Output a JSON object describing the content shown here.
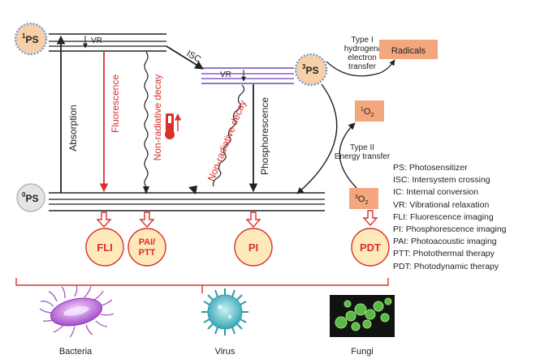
{
  "states": {
    "singlet_excited": {
      "sup": "1",
      "main": "PS"
    },
    "triplet": {
      "sup": "3",
      "main": "PS"
    },
    "ground": {
      "sup": "0",
      "main": "PS"
    }
  },
  "labels": {
    "vr_top": "VR",
    "vr_triplet": "VR",
    "isc": "ISC",
    "absorption": "Absorption",
    "fluorescence": "Fluorescence",
    "nonrad_decay_1": "Non-radiative decay",
    "nonrad_decay_2": "Non-radiative decay",
    "phosphorescence": "Phosphorescence",
    "type1_line1": "Type I",
    "type1_line2": "hydrogen/",
    "type1_line3": "electron",
    "type1_line4": "transfer",
    "radicals": "Radicals",
    "singlet_oxygen": {
      "sup": "1",
      "main": "O",
      "sub": "2"
    },
    "type2_line1": "Type II",
    "type2_line2": "Energy transfer",
    "triplet_oxygen": {
      "sup": "3",
      "main": "O",
      "sub": "2"
    }
  },
  "outcomes": {
    "fli": "FLI",
    "pai_line1": "PAI/",
    "pai_line2": "PTT",
    "pi": "PI",
    "pdt": "PDT"
  },
  "legend": [
    "PS: Photosensitizer",
    "ISC: Intersystem crossing",
    "IC: Internal conversion",
    "VR: Vibrational relaxation",
    "FLI: Fluorescence imaging",
    "PI: Phosphorescence imaging",
    "PAI: Photoacoustic imaging",
    "PTT: Photothermal therapy",
    "PDT: Photodynamic therapy"
  ],
  "microbes": {
    "bacteria": "Bacteria",
    "virus": "Virus",
    "fungi": "Fungi"
  },
  "colors": {
    "red": "#d9302c",
    "purple": "#8a5fc6",
    "salmon": "#f4a77c",
    "circle_fill": "#fde9b9",
    "black": "#222222"
  }
}
